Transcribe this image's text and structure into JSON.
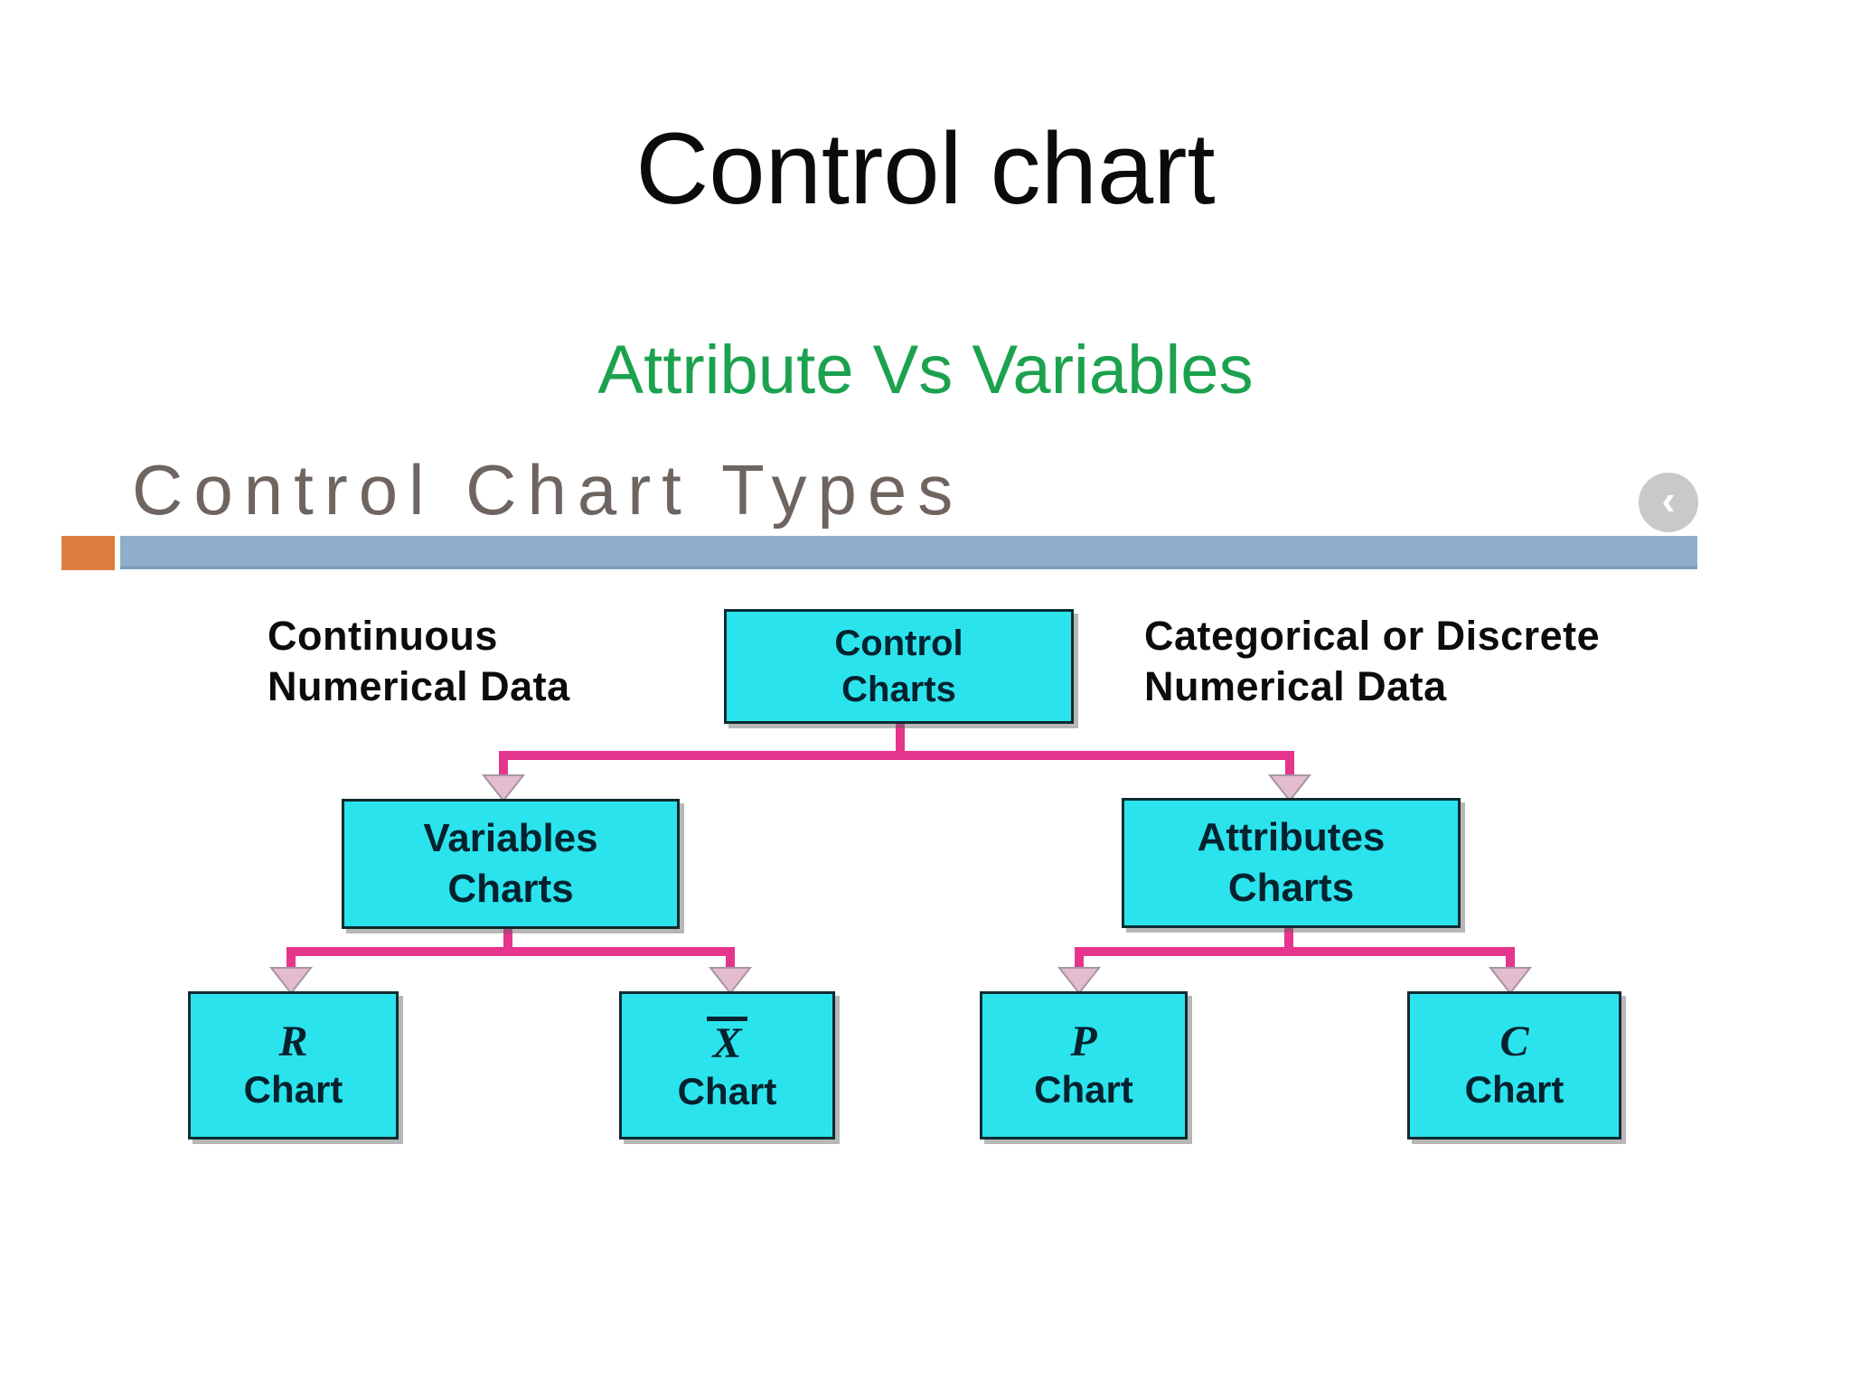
{
  "slide": {
    "title": "Control chart",
    "subtitle": "Attribute Vs Variables"
  },
  "figure": {
    "heading": "Control Chart Types",
    "nav_chevron": "‹",
    "labels": {
      "left": [
        "Continuous",
        "Numerical Data"
      ],
      "right": [
        "Categorical or Discrete",
        "Numerical Data"
      ]
    },
    "boxes": {
      "control": {
        "line1": "Control",
        "line2": "Charts"
      },
      "variables": {
        "line1": "Variables",
        "line2": "Charts"
      },
      "attributes": {
        "line1": "Attributes",
        "line2": "Charts"
      },
      "r": {
        "letter": "R",
        "label": "Chart"
      },
      "xbar": {
        "letter": "X",
        "overbar": true,
        "label": "Chart"
      },
      "p": {
        "letter": "P",
        "label": "Chart"
      },
      "c": {
        "letter": "C",
        "label": "Chart"
      }
    },
    "colors": {
      "box_fill": "#2BE3EC",
      "box_border": "#0D2B31",
      "box_text": "#04222E",
      "connector": "#E5358C",
      "arrow_fill": "#E3BCCF",
      "arrow_stroke": "#A696A2",
      "heading_text": "#6E6561",
      "bar_blue": "#8FAEC9",
      "bar_blue_edge": "#7C9DBE",
      "bar_orange": "#DC7E3D",
      "subtitle_green": "#1CA24E",
      "nav_circle": "#C9C9C9"
    }
  }
}
